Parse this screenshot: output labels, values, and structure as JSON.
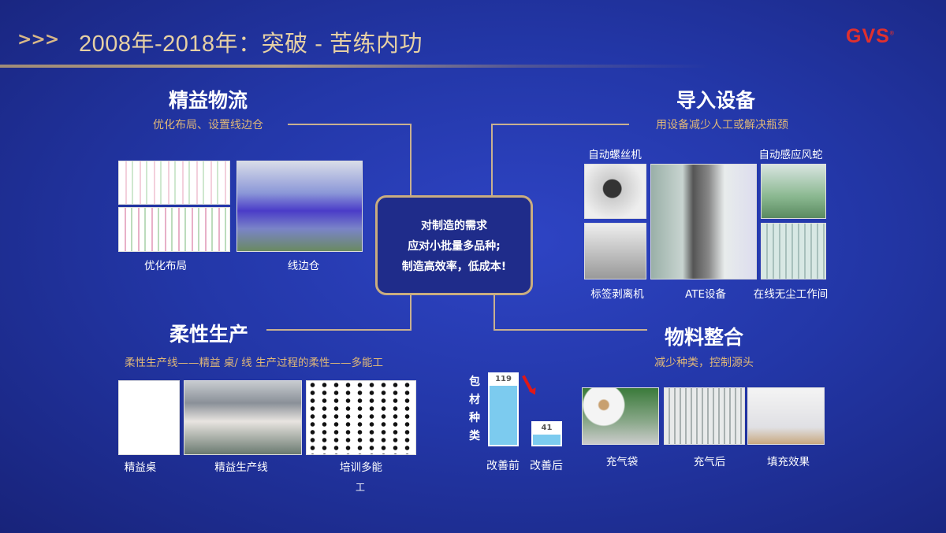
{
  "header": {
    "arrows": ">>>",
    "title": "2008年-2018年：突破 - 苦练内功",
    "logo": "GVS"
  },
  "center": {
    "lines": [
      "对制造的需求",
      "应对小批量多品种;",
      "制造高效率，低成本!"
    ]
  },
  "lean_logistics": {
    "title": "精益物流",
    "subtitle": "优化布局、设置线边仓",
    "labels": [
      "优化布局",
      "线边仓"
    ]
  },
  "equipment": {
    "title": "导入设备",
    "subtitle": "用设备减少人工或解决瓶颈",
    "labels": [
      "自动螺丝机",
      "自动感应风蛇",
      "标签剥离机",
      "ATE设备",
      "在线无尘工作间"
    ]
  },
  "flexible": {
    "title": "柔性生产",
    "subtitle": "柔性生产线——精益 桌/ 线  生产过程的柔性——多能工",
    "labels": [
      "精益桌",
      "精益生产线",
      "培训多能",
      "工"
    ]
  },
  "materials": {
    "title": "物料整合",
    "subtitle": "减少种类，控制源头",
    "labels": [
      "充气袋",
      "充气后",
      "填充效果"
    ],
    "chart_data": {
      "type": "bar",
      "ylabel": "包材种类",
      "categories": [
        "改善前",
        "改善后"
      ],
      "values": [
        119,
        41
      ],
      "ylim": [
        0,
        140
      ]
    }
  }
}
